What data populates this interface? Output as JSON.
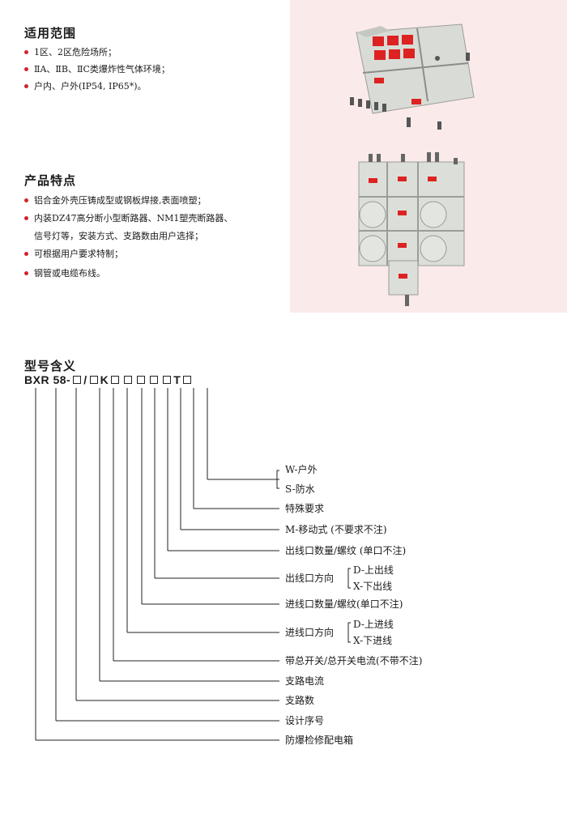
{
  "section_scope": {
    "title": "适用范围",
    "items": [
      "1区、2区危险场所；",
      "ⅡA、ⅡB、ⅡC类爆炸性气体环境；",
      "户内、户外(IP54, IP65*)。"
    ]
  },
  "section_features": {
    "title": "产品特点",
    "items": [
      "铝合金外壳压铸成型或钢板焊接,表面喷塑；",
      "内装DZ47高分断小型断路器、NM1塑壳断路器、",
      "可根据用户要求特制；",
      "钢管或电缆布线。"
    ],
    "continuation": "信号灯等，安装方式、支路数由用户选择；"
  },
  "section_model": {
    "title": "型号含义",
    "code_prefix": "BXR",
    "code_num": "58",
    "code_sep1": "-",
    "code_sep2": "/",
    "code_k": "K",
    "code_t": "T",
    "labels": {
      "w": "W-户外",
      "s": "S-防水",
      "special": "特殊要求",
      "mobile": "M-移动式 (不要求不注)",
      "out_qty": "出线口数量/螺纹 (单口不注)",
      "out_dir": "出线口方向",
      "out_d": "D-上出线",
      "out_x": "X-下出线",
      "in_qty": "进线口数量/螺纹(单口不注)",
      "in_dir": "进线口方向",
      "in_d": "D-上进线",
      "in_x": "X-下进线",
      "main_switch": "带总开关/总开关电流(不带不注)",
      "branch_current": "支路电流",
      "branch_count": "支路数",
      "design_no": "设计序号",
      "name": "防爆检修配电箱"
    }
  },
  "colors": {
    "accent": "#d0252a",
    "panel": "#fbeaea"
  }
}
